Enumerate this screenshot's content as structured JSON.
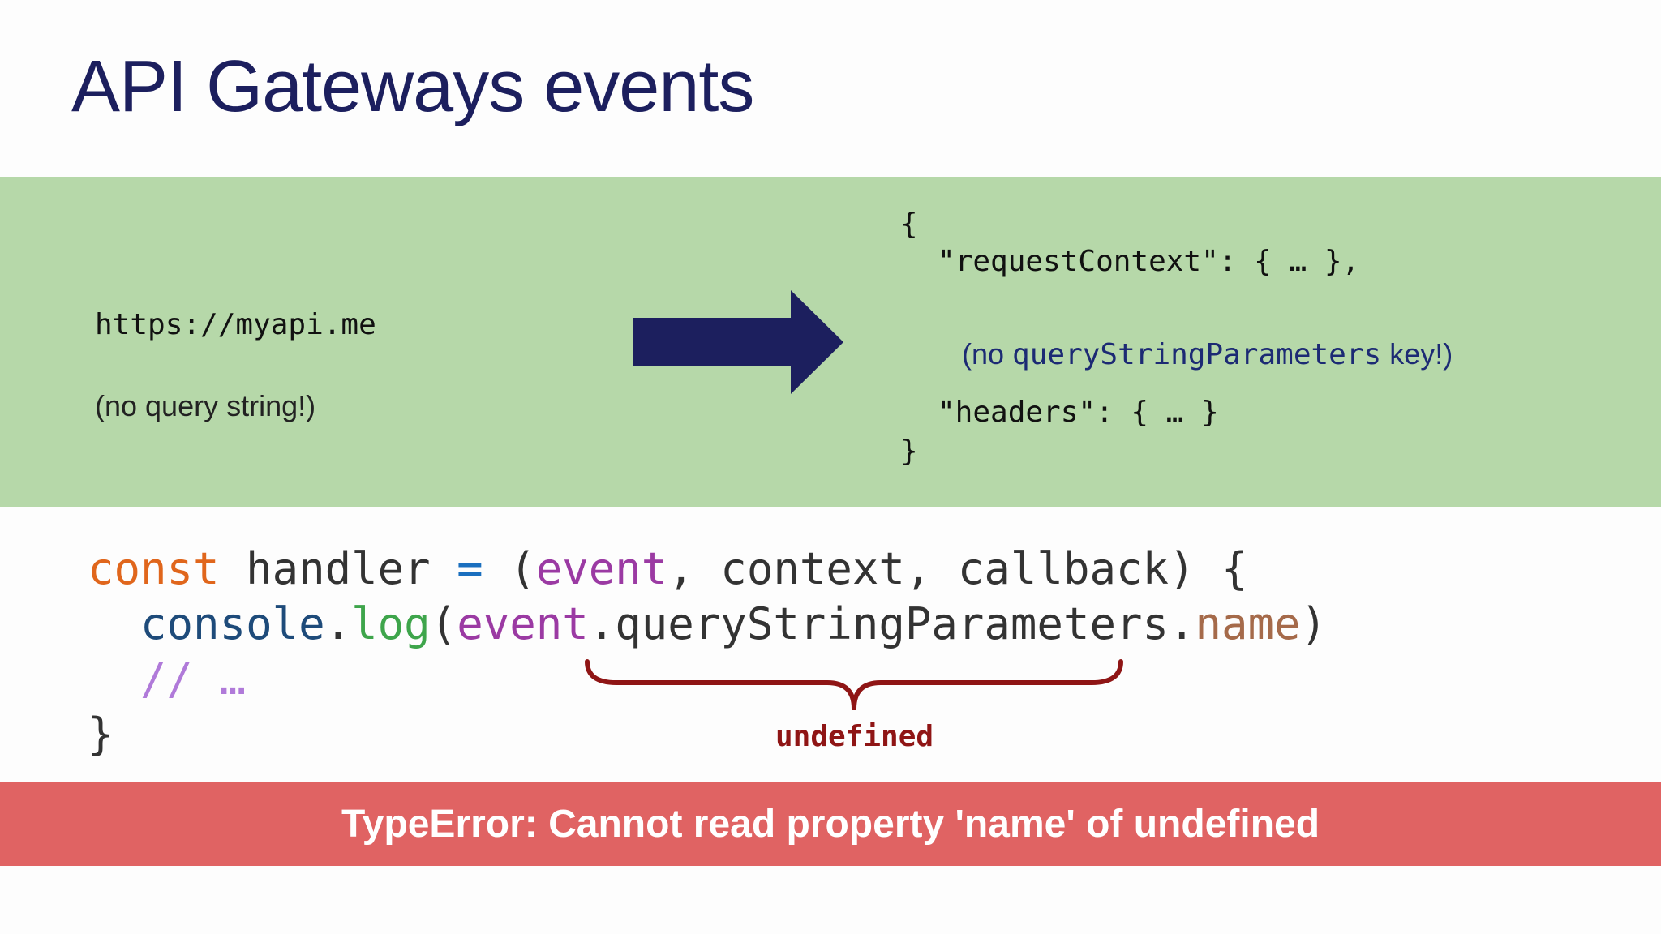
{
  "slide": {
    "title": "API Gateways events"
  },
  "request": {
    "url": "https://myapi.me",
    "note": "(no query string!)"
  },
  "arrow": {
    "icon": "right-arrow-icon",
    "color": "#1c1f5e"
  },
  "event_json": {
    "open": "{",
    "request_context": "\"requestContext\": { … },",
    "note_prefix": "(no ",
    "note_key": "queryStringParameters",
    "note_suffix": " key!)",
    "headers": "\"headers\": { … }",
    "close": "}"
  },
  "code": {
    "line1": {
      "kw": "const",
      "name": " handler ",
      "op": "=",
      "paren_open": " (",
      "p1": "event",
      "sep1": ", context, callback) {"
    },
    "line2": {
      "indent": "  ",
      "obj": "console",
      "dot1": ".",
      "fn": "log",
      "paren": "(",
      "param": "event",
      "mid": ".queryStringParameters.",
      "prop": "name",
      "close": ")"
    },
    "line3": {
      "indent": "  ",
      "comment": "// …"
    },
    "line4": "}"
  },
  "annotation": {
    "brace_icon": "curly-brace-icon",
    "label": "undefined",
    "color": "#8f1515"
  },
  "error": {
    "message": "TypeError: Cannot read property 'name' of undefined",
    "color": "#e06363"
  }
}
